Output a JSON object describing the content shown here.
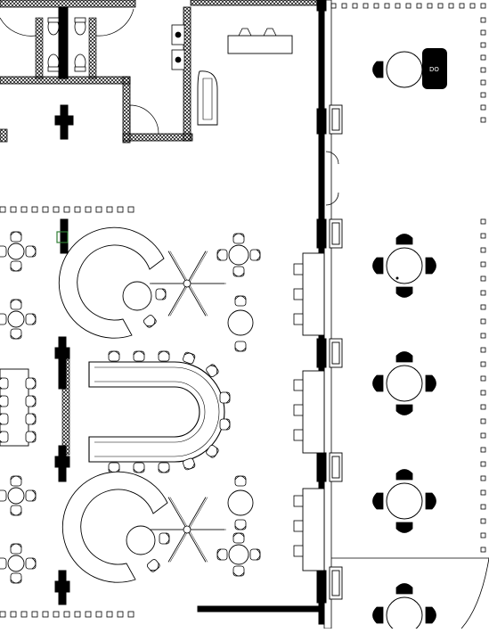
{
  "drawing": {
    "kind": "architectural floor plan",
    "background": "#ffffff",
    "colors": {
      "line": "#000000",
      "fill_dark": "#000000",
      "fill_light": "#ffffff",
      "marker": "#2e7d32"
    },
    "rooms": [
      "restroom-block",
      "reception-lounge",
      "open-work-area",
      "u-conference",
      "dining-terrace"
    ],
    "fixtures": [
      "toilets",
      "sinks",
      "reception-desk",
      "lounge-chair",
      "round-tables",
      "u-shaped-table",
      "curved-booths",
      "lamps"
    ],
    "table_label": "DO"
  }
}
